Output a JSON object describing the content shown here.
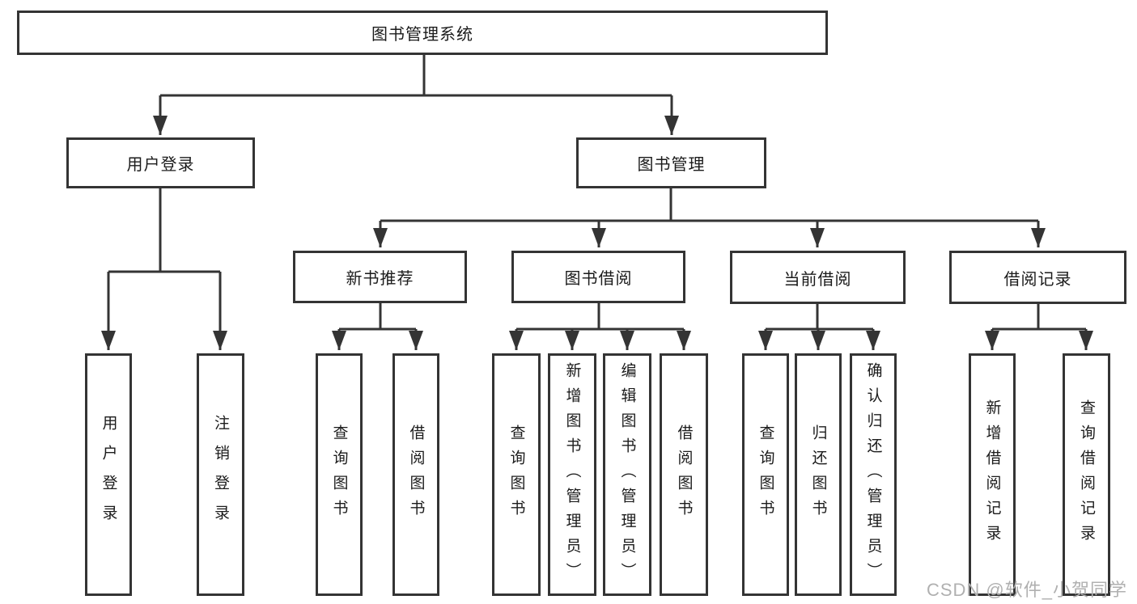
{
  "diagram": {
    "root": {
      "label": "图书管理系统"
    },
    "branches": [
      {
        "label": "用户登录",
        "children": [
          {
            "label": "用户登录"
          },
          {
            "label": "注销登录"
          }
        ]
      },
      {
        "label": "图书管理",
        "children": [
          {
            "label": "新书推荐",
            "children": [
              {
                "label": "查询图书"
              },
              {
                "label": "借阅图书"
              }
            ]
          },
          {
            "label": "图书借阅",
            "children": [
              {
                "label": "查询图书"
              },
              {
                "label": "新增图书（管理员）"
              },
              {
                "label": "编辑图书（管理员）"
              },
              {
                "label": "借阅图书"
              }
            ]
          },
          {
            "label": "当前借阅",
            "children": [
              {
                "label": "查询图书"
              },
              {
                "label": "归还图书"
              },
              {
                "label": "确认归还（管理员）"
              }
            ]
          },
          {
            "label": "借阅记录",
            "children": [
              {
                "label": "新增借阅记录"
              },
              {
                "label": "查询借阅记录"
              }
            ]
          }
        ]
      }
    ]
  },
  "watermark": {
    "text": "CSDN @软件_小贺同学"
  },
  "colors": {
    "line": "#343434",
    "text": "#1b1b1b",
    "background": "#ffffff",
    "watermark": "#b0b0b0"
  }
}
